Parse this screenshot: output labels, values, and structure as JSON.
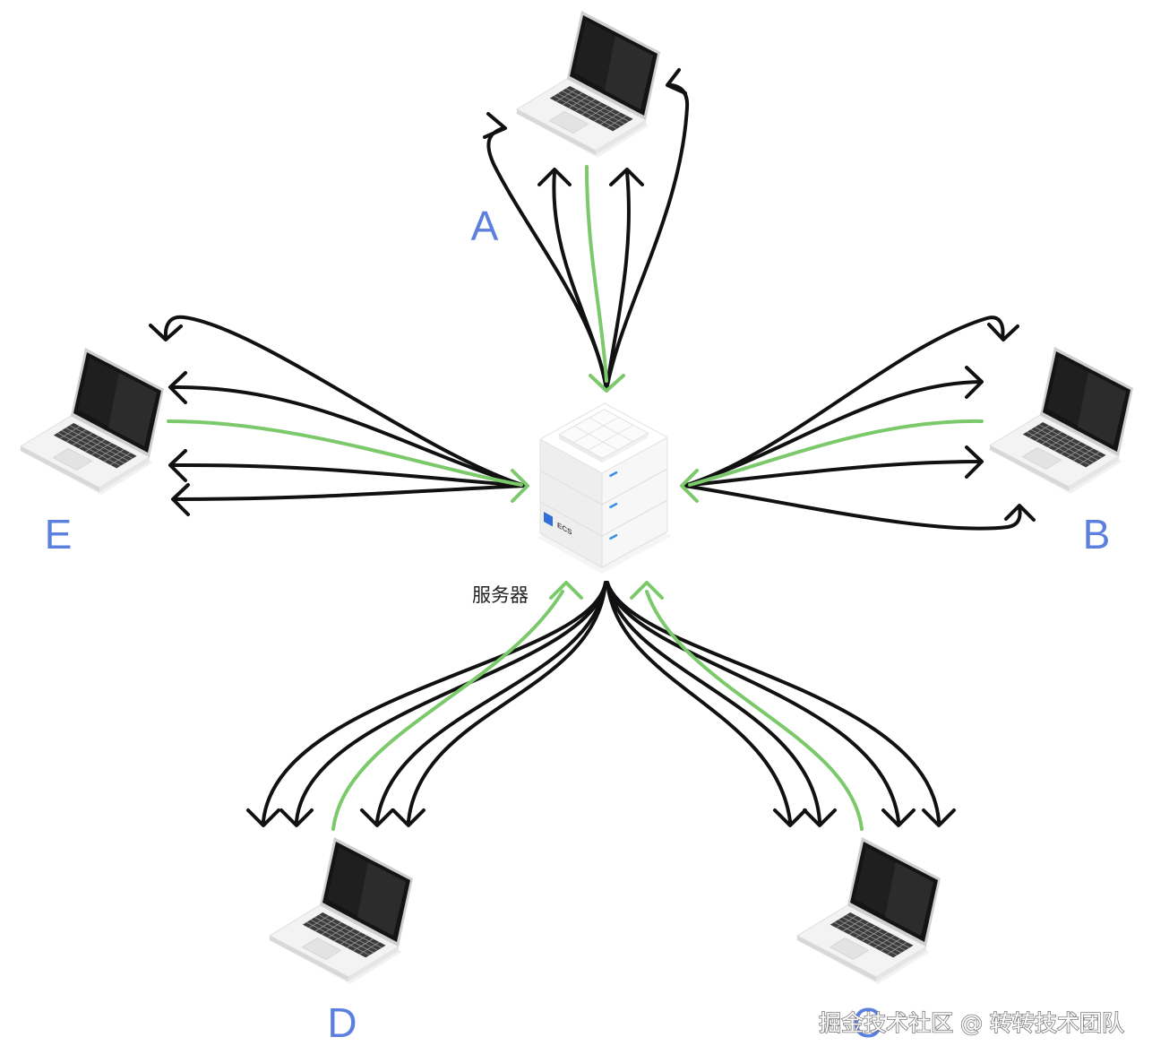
{
  "server": {
    "label": "服务器",
    "badge": "ECS",
    "icon": "server-stack-icon"
  },
  "clients": {
    "a": {
      "label": "A",
      "icon": "laptop-icon"
    },
    "b": {
      "label": "B",
      "icon": "laptop-icon"
    },
    "c": {
      "label": "C",
      "icon": "laptop-icon"
    },
    "d": {
      "label": "D",
      "icon": "laptop-icon"
    },
    "e": {
      "label": "E",
      "icon": "laptop-icon"
    }
  },
  "colors": {
    "client_label": "#5b80e0",
    "request_arrow": "#7bc96b",
    "response_arrow": "#111111",
    "server_led": "#3b8fe6",
    "badge": "#2f6fd6"
  },
  "watermark": "掘金技术社区 @ 转转技术团队"
}
